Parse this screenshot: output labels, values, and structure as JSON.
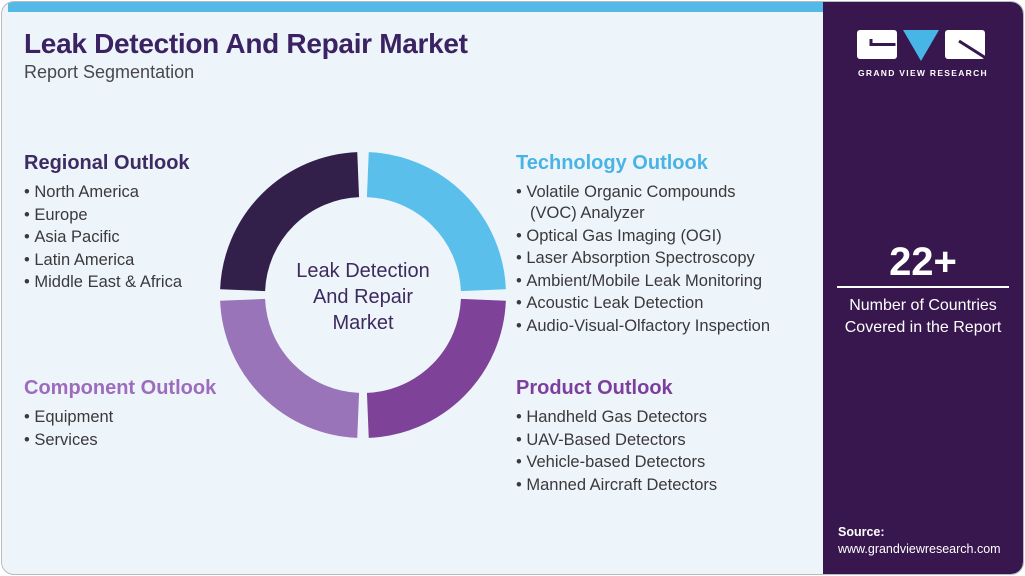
{
  "page": {
    "title": "Leak Detection And Repair Market",
    "subtitle": "Report Segmentation"
  },
  "theme": {
    "card_bg": "#eef5fa",
    "card_border": "#b8bbc0",
    "topbar_color": "#55b9e7",
    "title_color": "#3b2363",
    "subtitle_color": "#48484a",
    "body_text_color": "#3a393b",
    "sidebar_bg": "#38164e"
  },
  "sections": [
    {
      "id": "regional",
      "title": "Regional Outlook",
      "color": "#3d2b63",
      "items": [
        "North America",
        "Europe",
        "Asia Pacific",
        "Latin America",
        "Middle East & Africa"
      ]
    },
    {
      "id": "technology",
      "title": "Technology Outlook",
      "color": "#4ab3e6",
      "items": [
        "Volatile Organic Compounds (VOC) Analyzer",
        "Optical Gas Imaging (OGI)",
        "Laser Absorption Spectroscopy",
        "Ambient/Mobile Leak Monitoring",
        "Acoustic Leak Detection",
        "Audio-Visual-Olfactory Inspection"
      ]
    },
    {
      "id": "component",
      "title": "Component Outlook",
      "color": "#9d6cbd",
      "items": [
        "Equipment",
        "Services"
      ]
    },
    {
      "id": "product",
      "title": "Product Outlook",
      "color": "#7c3f9d",
      "items": [
        "Handheld Gas Detectors",
        "UAV-Based Detectors",
        "Vehicle-based Detectors",
        "Manned Aircraft Detectors"
      ]
    }
  ],
  "chart_data": {
    "type": "pie",
    "donut": true,
    "title": "Leak Detection And Repair Market",
    "center_label": "Leak Detection And Repair Market",
    "center_label_color": "#3d2a5e",
    "legend_position": "none",
    "segments": [
      {
        "name": "Technology Outlook",
        "value": 25,
        "position": "top-right",
        "color": "#5ac0eb"
      },
      {
        "name": "Product Outlook",
        "value": 25,
        "position": "bottom-right",
        "color": "#7e4398"
      },
      {
        "name": "Component Outlook",
        "value": 25,
        "position": "bottom-left",
        "color": "#9a74b8"
      },
      {
        "name": "Regional Outlook",
        "value": 25,
        "position": "top-left",
        "color": "#32204a"
      }
    ]
  },
  "sidebar": {
    "logo": {
      "wordmark": "GRAND VIEW RESEARCH",
      "v_color": "#47b5e5"
    },
    "stat": {
      "value": "22+",
      "label": "Number of Countries Covered in the Report"
    },
    "source": {
      "label": "Source:",
      "url": "www.grandviewresearch.com"
    }
  }
}
